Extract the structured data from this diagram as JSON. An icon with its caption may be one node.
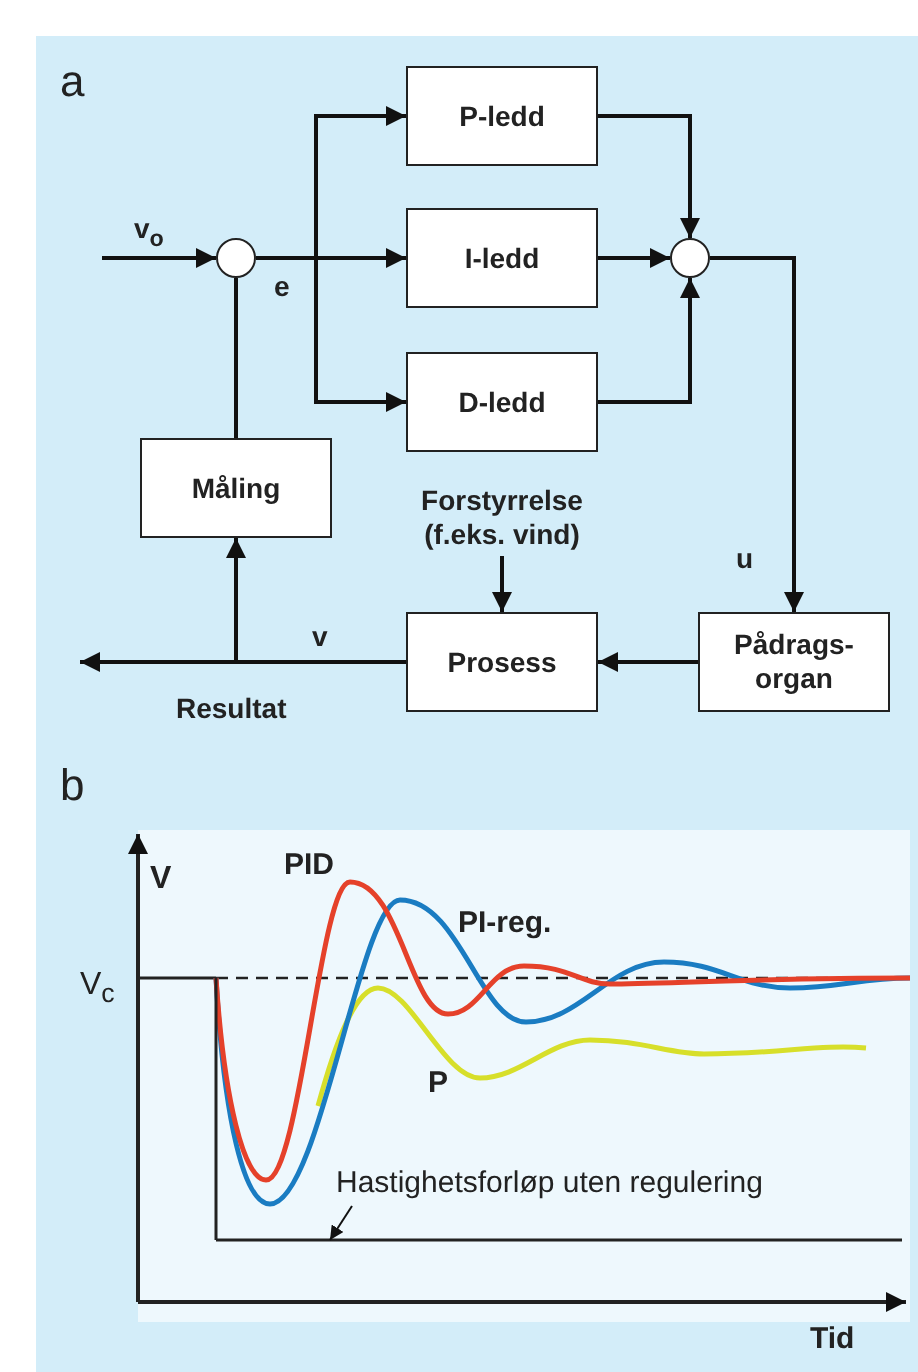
{
  "diagram": {
    "nodes": [
      {
        "text": [],
        "shape": "circle"
      },
      {
        "text": [
          "P-ledd"
        ]
      },
      {
        "text": [
          "I-ledd"
        ]
      },
      {
        "text": [
          "D-ledd"
        ]
      },
      {
        "text": [],
        "shape": "circle"
      },
      {
        "text": [
          "Måling"
        ]
      },
      {
        "text": [
          "Prosess"
        ]
      },
      {
        "text": [
          "Pådrags-organ"
        ]
      },
      {
        "text": [
          "Forstyrrelse (f.eks. vind)"
        ]
      },
      {
        "text": [
          "Hastighetsforløp uten regulering"
        ]
      },
      {
        "text": [],
        "shape": "line"
      }
    ],
    "edges": [
      {
        "from": null,
        "to": 0,
        "arrow": "to",
        "label": "v$_{o}$"
      },
      {
        "from": 0,
        "to": 1,
        "arrow": "to"
      },
      {
        "from": 0,
        "to": 2,
        "arrow": "to",
        "label": "e"
      },
      {
        "from": 0,
        "to": 3,
        "arrow": "to"
      },
      {
        "from": 1,
        "to": 4,
        "arrow": "to"
      },
      {
        "from": 2,
        "to": 4,
        "arrow": "to"
      },
      {
        "from": 3,
        "to": 4,
        "arrow": "to"
      },
      {
        "from": 4,
        "to": 7,
        "arrow": "to",
        "label": "u"
      },
      {
        "from": 7,
        "to": 6,
        "arrow": "to"
      },
      {
        "from": 8,
        "to": 6,
        "arrow": "to"
      },
      {
        "from": 6,
        "to": null,
        "arrow": "to",
        "label": "v"
      },
      {
        "from": 6,
        "to": 5,
        "arrow": "to"
      },
      {
        "from": 5,
        "to": 0,
        "arrow": "none"
      },
      {
        "from": 9,
        "to": 10,
        "arrow": "to"
      }
    ],
    "labels": [
      "a",
      "Resultat",
      "b",
      "PID",
      "V",
      "PI-reg.",
      "V$_{c}$",
      "P",
      "Tid"
    ]
  }
}
